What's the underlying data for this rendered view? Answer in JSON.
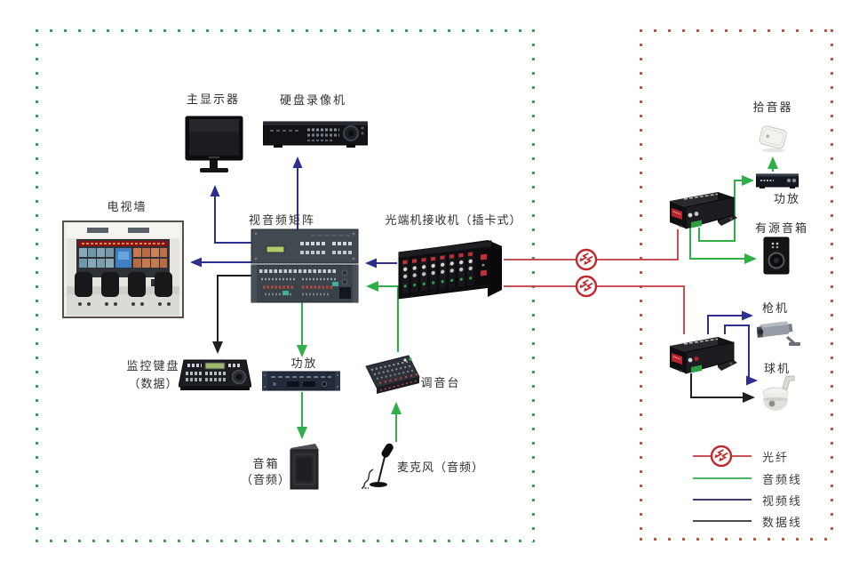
{
  "diagram_title": "",
  "zones": {
    "control_room": {
      "border_color": "#3aa04e",
      "side": "left"
    },
    "remote_site": {
      "border_color": "#bf5449",
      "side": "right"
    }
  },
  "labels": {
    "main_monitor": "主显示器",
    "dvr": "硬盘录像机",
    "tv_wall": "电视墙",
    "matrix": "视音频矩阵",
    "optical_receiver": "光端机接收机（插卡式）",
    "keyboard_line1": "监控键盘",
    "keyboard_line2": "（数据）",
    "amp_left": "功放",
    "speaker_line1": "音箱",
    "speaker_line2": "（音频）",
    "mixer": "调音台",
    "microphone": "麦克风（音频）",
    "pickup": "拾音器",
    "amp_right": "功放",
    "active_speaker": "有源音箱",
    "bullet_camera": "枪机",
    "dome_camera": "球机"
  },
  "legend": {
    "fiber": "光纤",
    "audio": "音频线",
    "video": "视频线",
    "data": "数据线"
  },
  "colors": {
    "audio_line": "#2fae4a",
    "video_line": "#2d2f8f",
    "data_line": "#1f1f1f",
    "fiber_line": "#c13a40",
    "fiber_symbol": "#c1272d",
    "green_zone_dots": "#3aa04e",
    "red_zone_dots": "#bf5449"
  },
  "connections": [
    {
      "from": "optical_receiver",
      "to": "matrix",
      "type": "video"
    },
    {
      "from": "matrix",
      "to": "main_monitor",
      "type": "video"
    },
    {
      "from": "matrix",
      "to": "dvr",
      "type": "video"
    },
    {
      "from": "matrix",
      "to": "tv_wall",
      "type": "video"
    },
    {
      "from": "matrix",
      "to": "keyboard",
      "type": "data"
    },
    {
      "from": "matrix",
      "to": "amp_left",
      "type": "audio"
    },
    {
      "from": "amp_left",
      "to": "speaker",
      "type": "audio"
    },
    {
      "from": "mixer",
      "to": "matrix",
      "type": "audio"
    },
    {
      "from": "microphone",
      "to": "mixer",
      "type": "audio"
    },
    {
      "from": "optical_receiver",
      "to": "transceiver_audio",
      "type": "fiber"
    },
    {
      "from": "optical_receiver",
      "to": "transceiver_video",
      "type": "fiber"
    },
    {
      "from": "transceiver_audio",
      "to": "amp_right",
      "type": "audio"
    },
    {
      "from": "amp_right",
      "to": "pickup",
      "type": "audio"
    },
    {
      "from": "transceiver_audio",
      "to": "active_speaker",
      "type": "audio"
    },
    {
      "from": "transceiver_video",
      "to": "bullet_camera",
      "type": "video"
    },
    {
      "from": "transceiver_video",
      "to": "dome_camera",
      "type": "video"
    },
    {
      "from": "transceiver_video",
      "to": "dome_camera",
      "type": "data"
    }
  ]
}
